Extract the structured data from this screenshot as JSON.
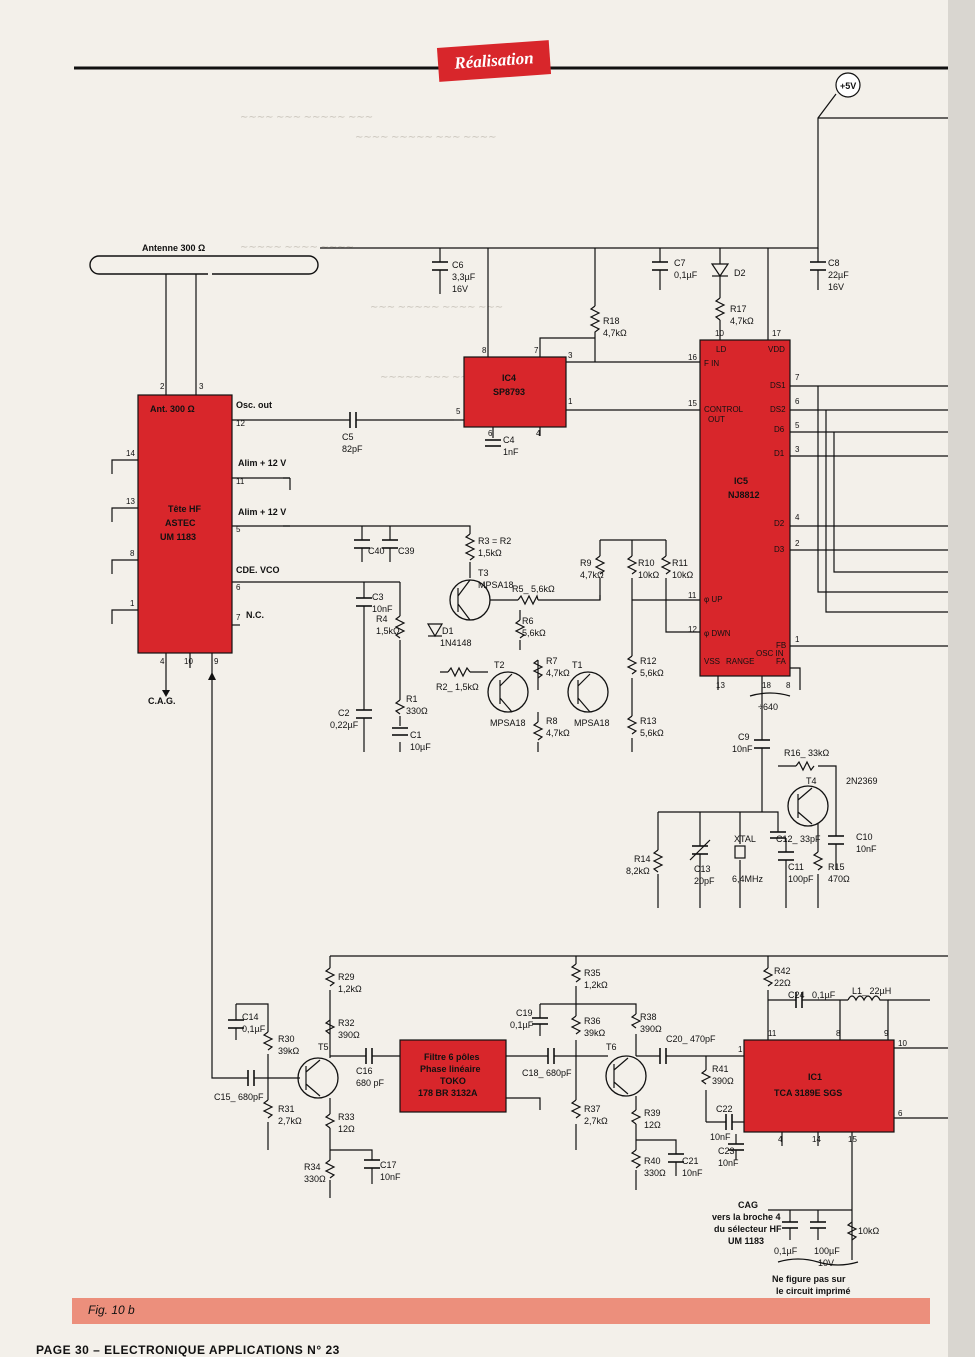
{
  "header": {
    "section_tag": "Réalisation"
  },
  "figure": {
    "caption": "Fig. 10 b"
  },
  "footer": {
    "page_line": "PAGE 30 – ELECTRONIQUE APPLICATIONS N° 23"
  },
  "power": {
    "rail": "+5V"
  },
  "antenna": {
    "label": "Antenne 300 Ω"
  },
  "ics": {
    "tuner": {
      "title": "Tête HF",
      "brand": "ASTEC",
      "ref": "UM 1183",
      "pins": {
        "ant": "Ant. 300 Ω",
        "osc": "Osc. out",
        "alim1": "Alim + 12 V",
        "alim2": "Alim + 12 V",
        "vco": "CDE. VCO",
        "nc": "N.C.",
        "cag": "C.A.G."
      }
    },
    "ic4": {
      "name": "IC4",
      "ref": "SP8793"
    },
    "ic5": {
      "name": "IC5",
      "ref": "NJ8812",
      "pins": {
        "fin": "F IN",
        "ctrl1": "CONTROL",
        "ctrl2": "OUT",
        "up": "φ UP",
        "dwn": "φ DWN",
        "ld": "LD",
        "vdd": "VDD",
        "vss": "VSS",
        "range": "RANGE",
        "osc": "OSC IN",
        "ds1": "DS1",
        "ds2": "DS2",
        "d6": "D6",
        "d1": "D1",
        "d2": "D2",
        "d3": "D3",
        "fb": "FB",
        "fa": "FA",
        "div": "÷640"
      }
    },
    "ic1": {
      "name": "IC1",
      "ref": "TCA 3189E SGS"
    },
    "filter": {
      "l1": "Filtre 6 pôles",
      "l2": "Phase linéaire",
      "l3": "TOKO",
      "l4": "178 BR 3132A"
    }
  },
  "components": {
    "C5": "C5",
    "C5v": "82pF",
    "C6": "C6",
    "C6v": "3,3µF",
    "C6u": "16V",
    "C7": "C7",
    "C7v": "0,1µF",
    "D2": "D2",
    "C8": "C8",
    "C8v": "22µF",
    "C8u": "16V",
    "R17": "R17",
    "R17v": "4,7kΩ",
    "R18": "R18",
    "R18v": "4,7kΩ",
    "C4": "C4",
    "C4v": "1nF",
    "C40": "C40",
    "C39": "C39",
    "R3": "R3 = R2",
    "R3v": "1,5kΩ",
    "T3": "T3",
    "T3v": "MPSA18",
    "R5": "R5_ 5,6kΩ",
    "R9": "R9",
    "R9v": "4,7kΩ",
    "R10": "R10",
    "R10v": "10kΩ",
    "R11": "R11",
    "R11v": "10kΩ",
    "C3": "C3",
    "C3v": "10nF",
    "R4": "R4",
    "R4v": "1,5kΩ",
    "D1": "D1",
    "D1v": "1N4148",
    "R6": "R6",
    "R6v": "5,6kΩ",
    "R2": "R2_ 1,5kΩ",
    "T2": "T2",
    "T2v": "MPSA18",
    "R7": "R7",
    "R7v": "4,7kΩ",
    "T1": "T1",
    "T1v": "MPSA18",
    "R12": "R12",
    "R12v": "5,6kΩ",
    "R8": "R8",
    "R8v": "4,7kΩ",
    "R13": "R13",
    "R13v": "5,6kΩ",
    "R1": "R1",
    "R1v": "330Ω",
    "C2": "C2",
    "C2v": "0,22µF",
    "C1": "C1",
    "C1v": "10µF",
    "C9": "C9",
    "C9v": "10nF",
    "R16": "R16_ 33kΩ",
    "T4": "T4",
    "T4v": "2N2369",
    "C12": "C12_ 33pF",
    "C10": "C10",
    "C10v": "10nF",
    "R14": "R14",
    "R14v": "8,2kΩ",
    "C13": "C13",
    "C13v": "20pF",
    "XTAL": "XTAL",
    "XTALv": "6,4MHz",
    "C11": "C11",
    "C11v": "100pF",
    "R15": "R15",
    "R15v": "470Ω",
    "R29": "R29",
    "R29v": "1,2kΩ",
    "C14": "C14",
    "C14v": "0,1µF",
    "R30": "R30",
    "R30v": "39kΩ",
    "R32": "R32",
    "R32v": "390Ω",
    "T5": "T5",
    "C16": "C16",
    "C16v": "680 pF",
    "C15": "C15_ 680pF",
    "R31": "R31",
    "R31v": "2,7kΩ",
    "R33": "R33",
    "R33v": "12Ω",
    "R34": "R34",
    "R34v": "330Ω",
    "C17": "C17",
    "C17v": "10nF",
    "R35": "R35",
    "R35v": "1,2kΩ",
    "C19": "C19",
    "C19v": "0,1µF",
    "R36": "R36",
    "R36v": "39kΩ",
    "R38": "R38",
    "R38v": "390Ω",
    "C18": "C18_ 680pF",
    "T6": "T6",
    "C20": "C20_ 470pF",
    "R37": "R37",
    "R37v": "2,7kΩ",
    "R39": "R39",
    "R39v": "12Ω",
    "R40": "R40",
    "R40v": "330Ω",
    "C21": "C21",
    "C21v": "10nF",
    "R41": "R41",
    "R41v": "390Ω",
    "C22": "C22",
    "C22v": "10nF",
    "C23": "C23",
    "C23v": "10nF",
    "R42": "R42",
    "R42v": "22Ω",
    "C24": "C24_ 0,1µF",
    "L1": "L1_ 22µH"
  },
  "notes": {
    "cag1": "CAG",
    "cag2": "vers la broche 4",
    "cag3": "du sélecteur HF",
    "cag4": "UM 1183",
    "cap1": "0,1µF",
    "cap2": "100µF",
    "cap2u": "10V",
    "res": "10kΩ",
    "nf1": "Ne figure pas sur",
    "nf2": "le circuit imprimé"
  }
}
